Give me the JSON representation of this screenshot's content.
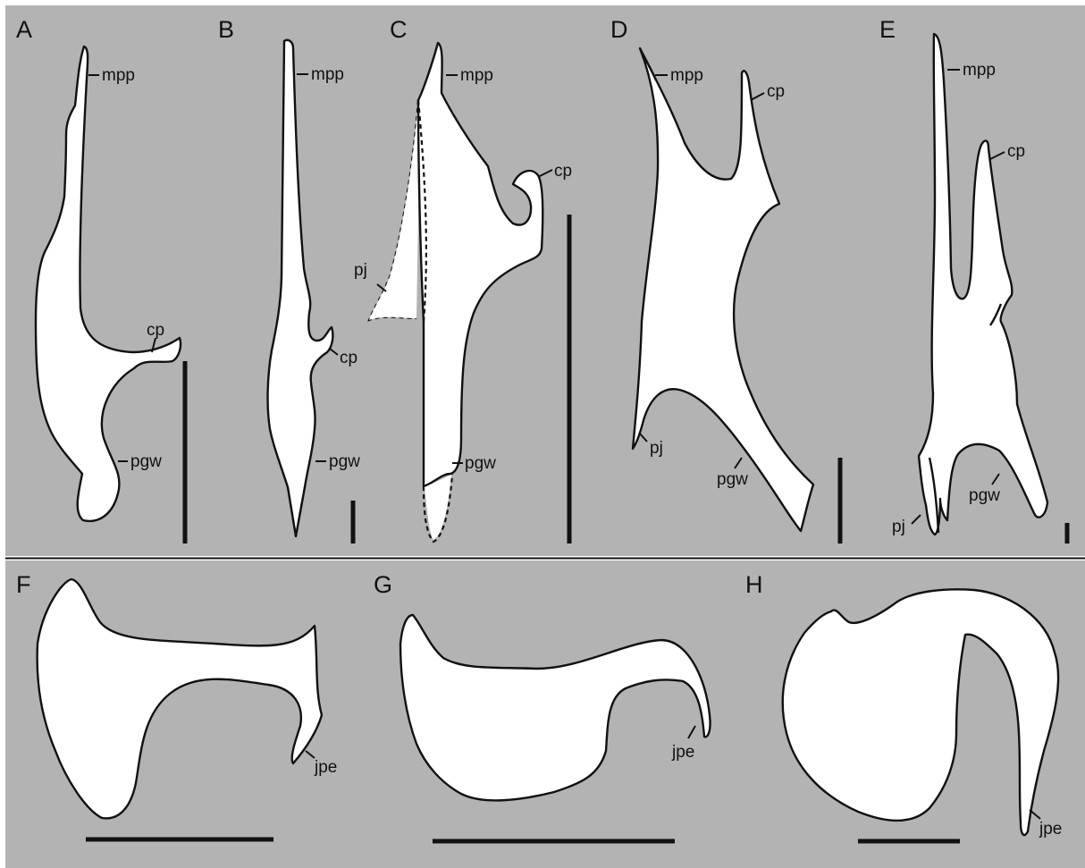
{
  "colors": {
    "background": "#b3b3b3",
    "bone_fill": "#ffffff",
    "outline": "#111111",
    "page": "#ffffff"
  },
  "panels": {
    "A": {
      "letter": "A",
      "labels": {
        "mpp": "mpp",
        "cp": "cp",
        "pgw": "pgw"
      }
    },
    "B": {
      "letter": "B",
      "labels": {
        "mpp": "mpp",
        "cp": "cp",
        "pgw": "pgw"
      }
    },
    "C": {
      "letter": "C",
      "labels": {
        "mpp": "mpp",
        "cp": "cp",
        "pj": "pj",
        "pgw": "pgw"
      }
    },
    "D": {
      "letter": "D",
      "labels": {
        "mpp": "mpp",
        "cp": "cp",
        "pj": "pj",
        "pgw": "pgw"
      }
    },
    "E": {
      "letter": "E",
      "labels": {
        "mpp": "mpp",
        "cp": "cp",
        "pj": "pj",
        "pgw": "pgw"
      }
    },
    "F": {
      "letter": "F",
      "labels": {
        "jpe": "jpe"
      }
    },
    "G": {
      "letter": "G",
      "labels": {
        "jpe": "jpe"
      }
    },
    "H": {
      "letter": "H",
      "labels": {
        "jpe": "jpe"
      }
    }
  }
}
